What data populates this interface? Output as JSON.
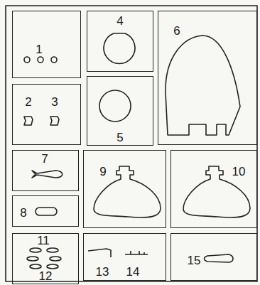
{
  "diagram": {
    "nodes": [
      {
        "text": [
          "1"
        ]
      },
      {
        "text": [
          "2",
          "3"
        ]
      },
      {
        "text": [
          "4"
        ]
      },
      {
        "text": [
          "5"
        ]
      },
      {
        "text": [
          "6"
        ]
      },
      {
        "text": [
          "7"
        ]
      },
      {
        "text": [
          "8"
        ]
      },
      {
        "text": [
          "9"
        ]
      },
      {
        "text": [
          "10"
        ]
      },
      {
        "text": [
          "11",
          "12"
        ]
      },
      {
        "text": [
          "13",
          "14"
        ]
      },
      {
        "text": [
          "15"
        ]
      }
    ]
  }
}
